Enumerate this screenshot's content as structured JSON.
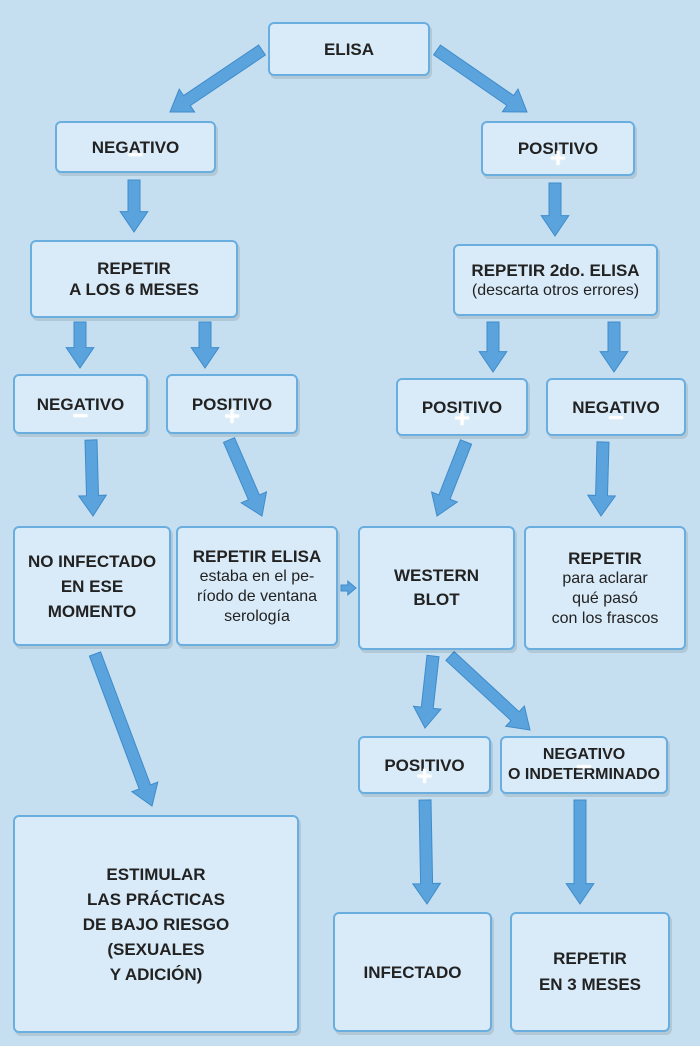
{
  "colors": {
    "background": "#c6dff0",
    "box_fill": "#d9ebf8",
    "box_border": "#6aaee0",
    "arrow": "#5aa3dc"
  },
  "nodes": {
    "elisa": {
      "title": "ELISA"
    },
    "negativo_1": {
      "title": "NEGATIVO",
      "sign": "−"
    },
    "positivo_1": {
      "title": "POSITIVO",
      "sign": "+"
    },
    "repetir_6m": {
      "title": "REPETIR\nA LOS 6 MESES"
    },
    "repetir_2do": {
      "title": "REPETIR 2do. ELISA",
      "note": "(descarta otros errores)"
    },
    "negativo_2": {
      "title": "NEGATIVO",
      "sign": "−"
    },
    "positivo_2": {
      "title": "POSITIVO",
      "sign": "+"
    },
    "positivo_3": {
      "title": "POSITIVO",
      "sign": "+"
    },
    "negativo_3": {
      "title": "NEGATIVO",
      "sign": "−"
    },
    "no_infectado": {
      "title": "NO INFECTADO\nEN ESE\nMOMENTO"
    },
    "repetir_elisa": {
      "title": "REPETIR ELISA",
      "note": "estaba en el pe-\nríodo de ventana\nserología"
    },
    "western_blot": {
      "title": "WESTERN\nBLOT"
    },
    "repetir_frascos": {
      "title": "REPETIR",
      "note": "para aclarar\nqué pasó\ncon los frascos"
    },
    "positivo_4": {
      "title": "POSITIVO",
      "sign": "+"
    },
    "negativo_indeterminado": {
      "title": "NEGATIVO\nO INDETERMINADO",
      "sign": "−"
    },
    "estimular": {
      "title": "ESTIMULAR\nLAS PRÁCTICAS\nDE BAJO RIESGO\n(SEXUALES\nY ADICIÓN)"
    },
    "infectado": {
      "title": "INFECTADO"
    },
    "repetir_3m": {
      "title": "REPETIR\nEN 3 MESES"
    }
  }
}
